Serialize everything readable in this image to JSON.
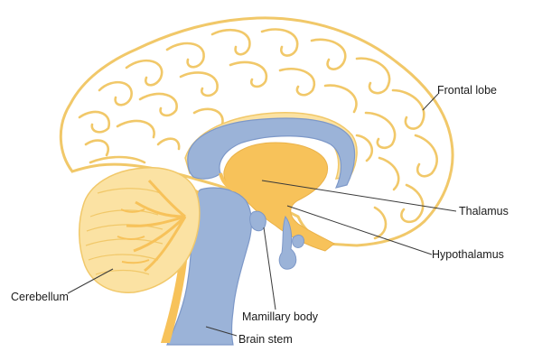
{
  "labels": {
    "frontal_lobe": "Frontal lobe",
    "thalamus": "Thalamus",
    "hypothalamus": "Hypothalamus",
    "cerebellum": "Cerebellum",
    "mamillary_body": "Mamillary body",
    "brain_stem": "Brain stem"
  },
  "colors": {
    "background": "#ffffff",
    "cortex_outline": "#f1c869",
    "cerebellum_fill": "#fbe2a3",
    "deep_structure_fill": "#f7c25a",
    "ventricle_blue": "#9bb3d8",
    "ventricle_outline": "#7d98c8",
    "leader_line": "#3a3a3a"
  }
}
